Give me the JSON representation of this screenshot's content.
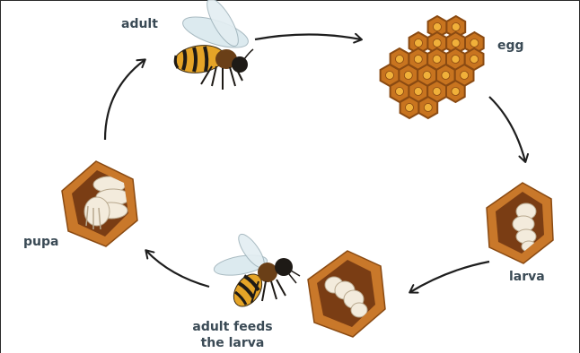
{
  "stages": {
    "adult": "adult",
    "egg": "egg",
    "larva": "larva",
    "feeds_line1": "adult feeds",
    "feeds_line2": "the larva",
    "pupa": "pupa"
  },
  "colors": {
    "honeycomb": "#c8741f",
    "honeycomb_dark": "#8a4a12",
    "cell_center": "#f0b03a",
    "hex_frame": "#c9782a",
    "hex_inner": "#7a3d14",
    "larva": "#f3ebdc",
    "arrow": "#1e1e1e",
    "label": "#3a4a55",
    "bee_stripe": "#e5a427",
    "bee_dark": "#1e1a16"
  },
  "icons": [
    "bee-icon",
    "honeycomb-icon",
    "larva-cell-icon",
    "pupa-cell-icon",
    "arrow-icon"
  ]
}
